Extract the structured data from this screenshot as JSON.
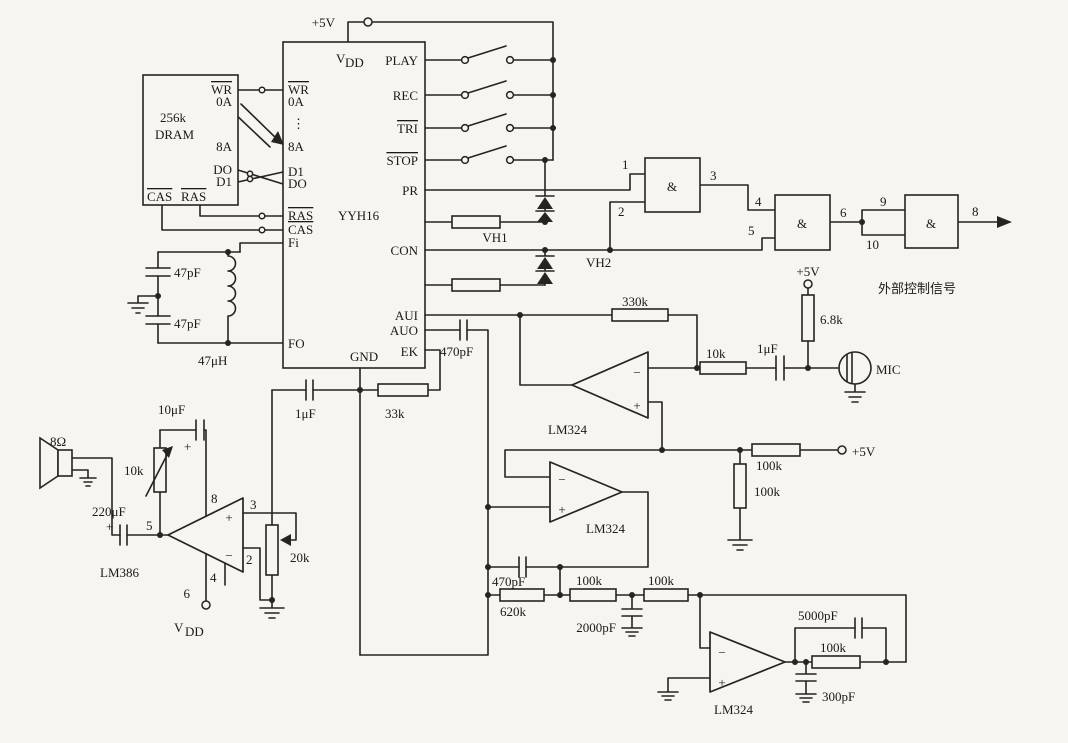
{
  "power": {
    "vcc_top": "+5V",
    "vcc_mic": "+5V",
    "vcc_bias": "+5V"
  },
  "chip": {
    "part": "YYH16",
    "vdd_v": "V",
    "vdd_sub": "DD",
    "play": "PLAY",
    "rec": "REC",
    "tri": "TRI",
    "stop": "STOP",
    "pr": "PR",
    "con": "CON",
    "aui": "AUI",
    "auo": "AUO",
    "ek": "EK",
    "wr": "WR",
    "a0": "0A",
    "bus_dots": "⋮",
    "a8": "8A",
    "d1": "D1",
    "d0": "DO",
    "ras": "RAS",
    "cas": "CAS",
    "fi": "Fi",
    "fo": "FO",
    "gnd": "GND"
  },
  "dram": {
    "size": "256k",
    "name": "DRAM",
    "wr": "WR",
    "a0": "0A",
    "a8": "8A",
    "d0": "DO",
    "d1": "D1",
    "cas": "CAS",
    "ras": "RAS"
  },
  "osc": {
    "c_top": "47pF",
    "c_bottom": "47pF",
    "inductor": "47μH"
  },
  "indicators": {
    "vh1": "VH1",
    "vh2": "VH2"
  },
  "logic": {
    "gate1": "&",
    "gate2": "&",
    "gate3": "&",
    "pin1": "1",
    "pin2": "2",
    "pin3": "3",
    "pin4": "4",
    "pin5": "5",
    "pin6": "6",
    "pin8": "8",
    "pin9": "9",
    "pin10": "10",
    "external_signal": "外部控制信号"
  },
  "mic_stage": {
    "mic": "MIC",
    "bias_res": "6.8k",
    "in_cap": "1μF",
    "in_res": "10k",
    "fb_res": "330k",
    "opamp": "LM324"
  },
  "bias_network": {
    "res_series": "100k",
    "res_shunt": "100k",
    "opamp": "LM324"
  },
  "filter_stage": {
    "cap_par": "470pF",
    "res_par": "620k",
    "res_a": "100k",
    "res_b": "100k",
    "cap_shunt": "2000pF",
    "fb_cap": "5000pF",
    "fb_res": "100k",
    "out_cap": "300pF",
    "opamp": "LM324"
  },
  "audio_stage": {
    "amp": "LM386",
    "speaker": "8Ω",
    "out_cap": "220μF",
    "boost_cap": "10μF",
    "gain_pot": "10k",
    "vol_pot": "20k",
    "couple_cap": "1μF",
    "ek_res": "33k",
    "auo_cap": "470pF",
    "vdd_v": "V",
    "vdd_sub": "DD",
    "pin2": "2",
    "pin3": "3",
    "pin4": "4",
    "pin5": "5",
    "pin6": "6",
    "pin8": "8"
  },
  "symbols": {
    "plus": "+",
    "minus": "−",
    "cap_plus": "+"
  }
}
